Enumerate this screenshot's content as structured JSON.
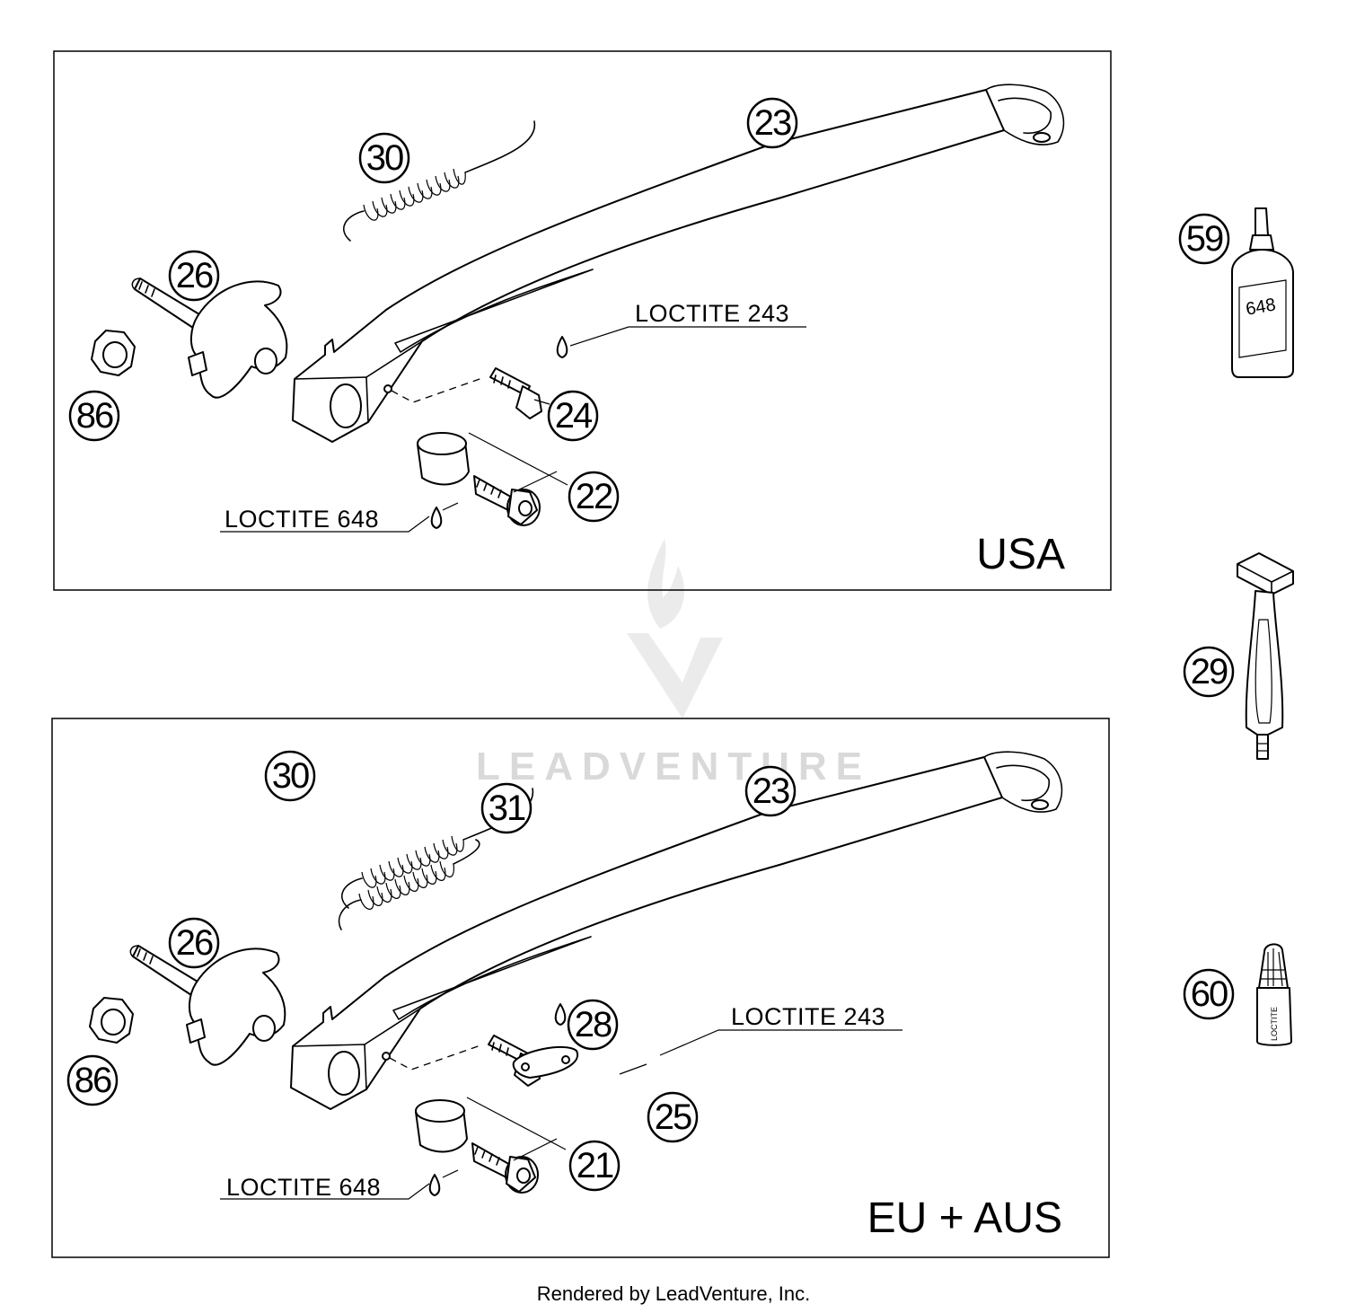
{
  "panels": [
    {
      "region": "USA",
      "callouts": {
        "spring": "30",
        "stand": "23",
        "pivot": "26",
        "nut": "86",
        "screw_top": "24",
        "bushing": "22"
      },
      "notes": {
        "top": "LOCTITE 243",
        "bottom": "LOCTITE 648"
      }
    },
    {
      "region": "EU + AUS",
      "callouts": {
        "spring": "30",
        "spring2": "31",
        "stand": "23",
        "pivot": "26",
        "nut": "86",
        "plate": "28",
        "screw_top": "25",
        "bushing": "21"
      },
      "notes": {
        "top": "LOCTITE 243",
        "bottom": "LOCTITE 648"
      }
    }
  ],
  "side_parts": [
    {
      "callout": "59",
      "bottle_label": "648"
    },
    {
      "callout": "29"
    },
    {
      "callout": "60",
      "tube_label": "LOCTITE"
    }
  ],
  "watermark": {
    "text": "LEADVENTURE"
  },
  "footer": {
    "text": "Rendered by LeadVenture, Inc."
  }
}
